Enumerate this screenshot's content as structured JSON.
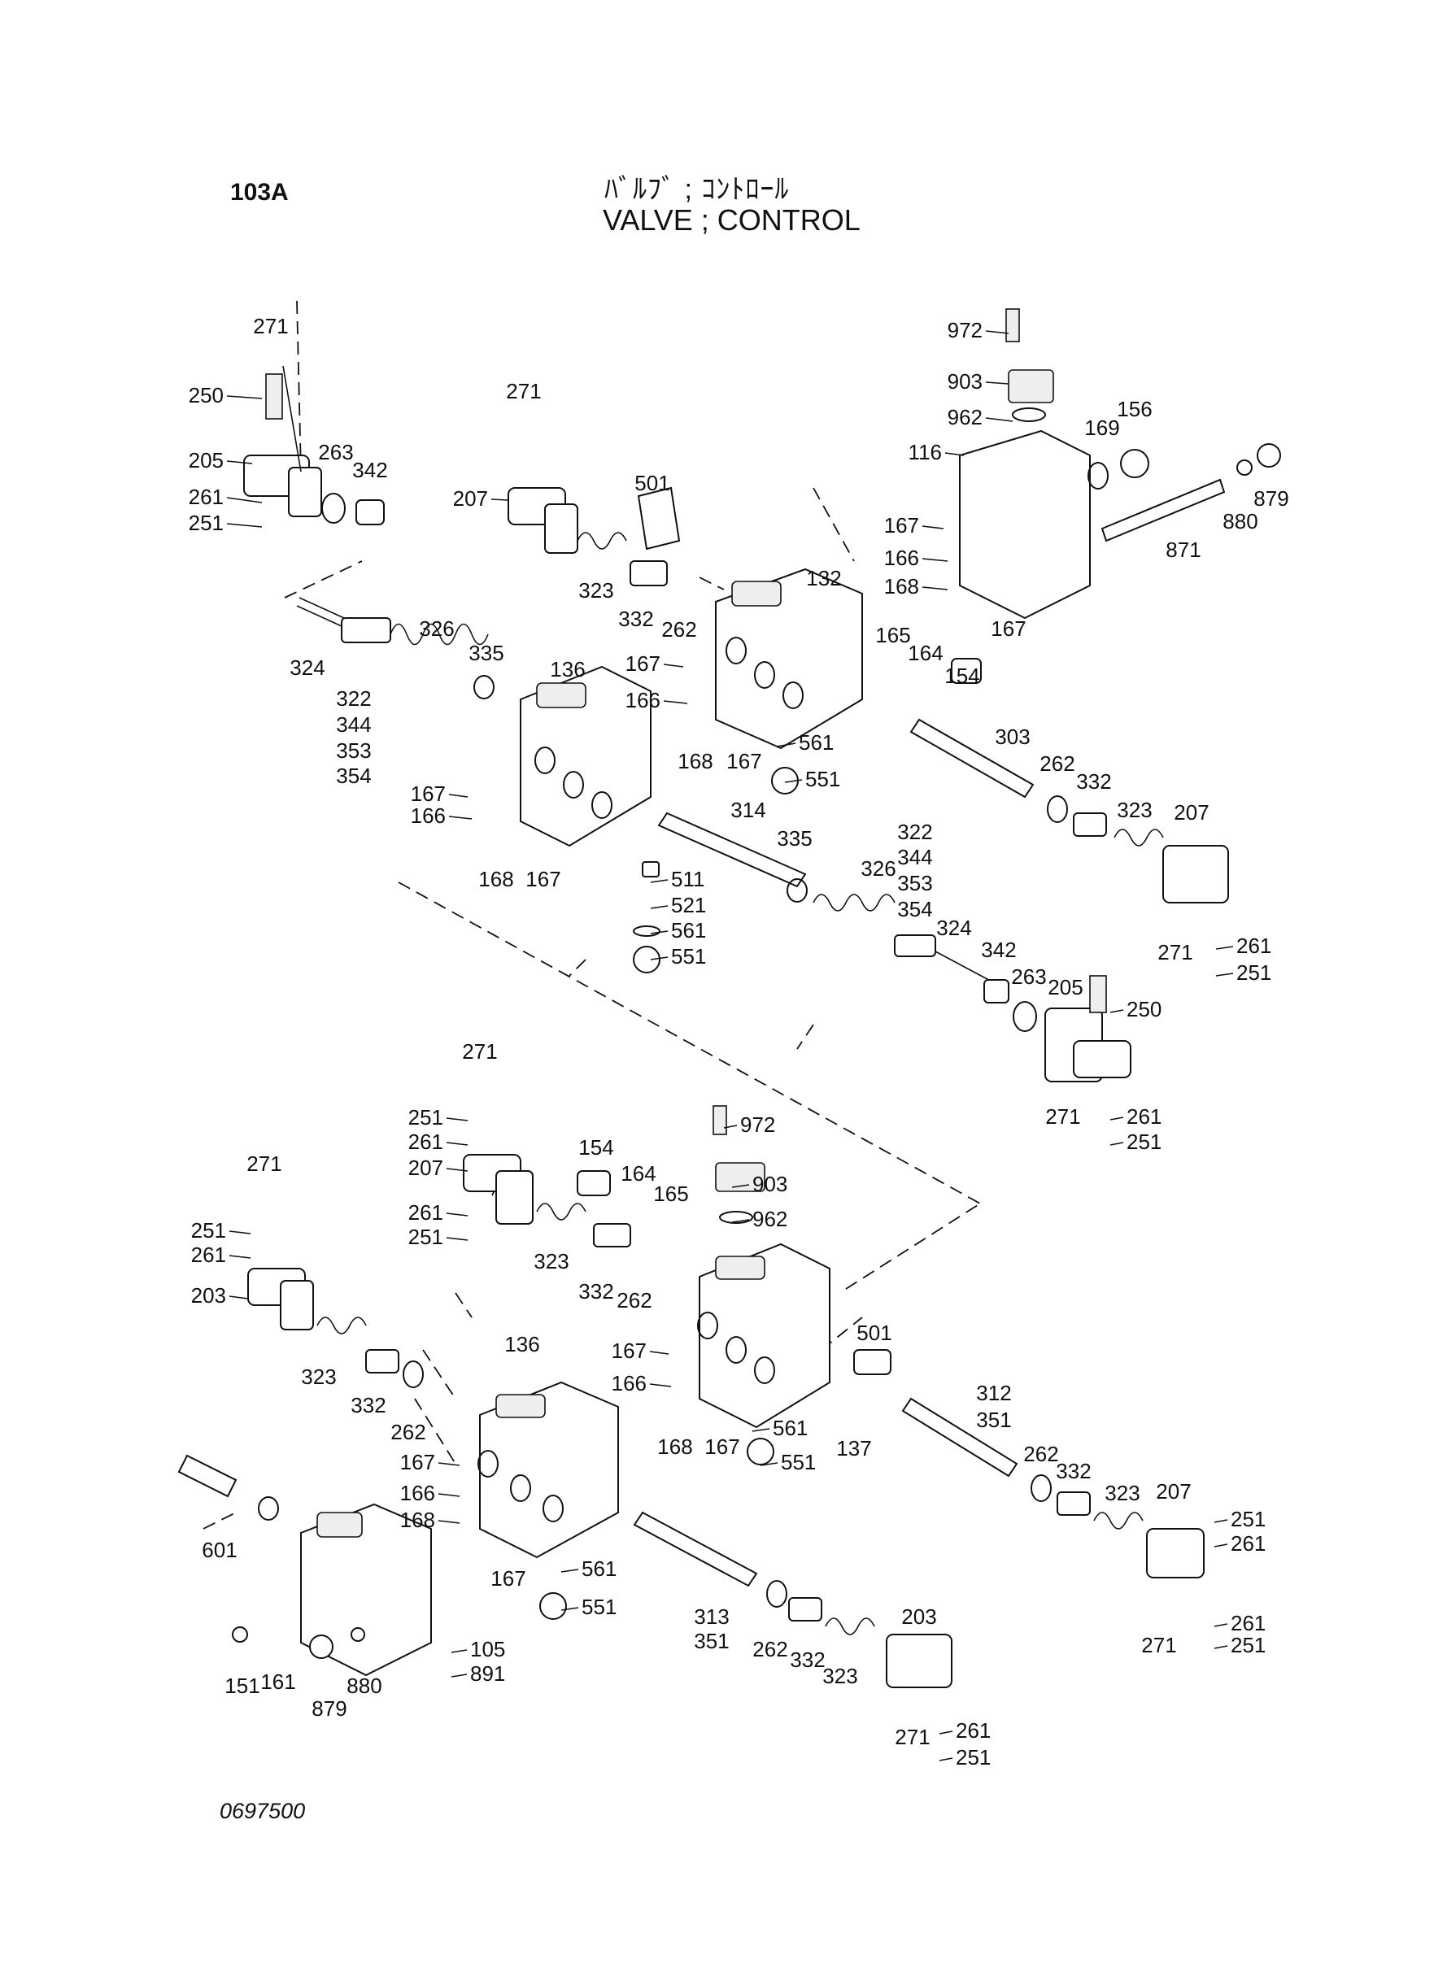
{
  "header": {
    "page_no": "103A",
    "title_jp": "ﾊﾞﾙﾌﾞ ; ｺﾝﾄﾛｰﾙ",
    "title_en": "VALVE ; CONTROL"
  },
  "footer": {
    "drawing_no": "0697500"
  },
  "callouts": [
    "271",
    "250",
    "205",
    "261",
    "251",
    "263",
    "342",
    "324",
    "322",
    "344",
    "353",
    "354",
    "326",
    "335",
    "271",
    "207",
    "323",
    "332",
    "501",
    "262",
    "132",
    "167",
    "166",
    "168",
    "167",
    "561",
    "551",
    "972",
    "903",
    "962",
    "116",
    "169",
    "156",
    "879",
    "880",
    "871",
    "167",
    "166",
    "168",
    "167",
    "165",
    "164",
    "154",
    "303",
    "262",
    "332",
    "323",
    "207",
    "261",
    "271",
    "251",
    "136",
    "167",
    "166",
    "168",
    "167",
    "511",
    "521",
    "561",
    "551",
    "314",
    "335",
    "326",
    "322",
    "344",
    "353",
    "354",
    "324",
    "342",
    "263",
    "205",
    "250",
    "271",
    "261",
    "251",
    "271",
    "251",
    "261",
    "207",
    "261",
    "251",
    "154",
    "164",
    "165",
    "323",
    "332",
    "262",
    "972",
    "903",
    "962",
    "271",
    "251",
    "261",
    "203",
    "323",
    "332",
    "262",
    "501",
    "167",
    "166",
    "168",
    "167",
    "561",
    "551",
    "137",
    "312",
    "351",
    "262",
    "332",
    "323",
    "207",
    "251",
    "261",
    "261",
    "271",
    "251",
    "136",
    "167",
    "166",
    "168",
    "167",
    "561",
    "551",
    "313",
    "351",
    "262",
    "332",
    "323",
    "203",
    "261",
    "271",
    "251",
    "601",
    "151",
    "161",
    "880",
    "879",
    "105",
    "891"
  ]
}
